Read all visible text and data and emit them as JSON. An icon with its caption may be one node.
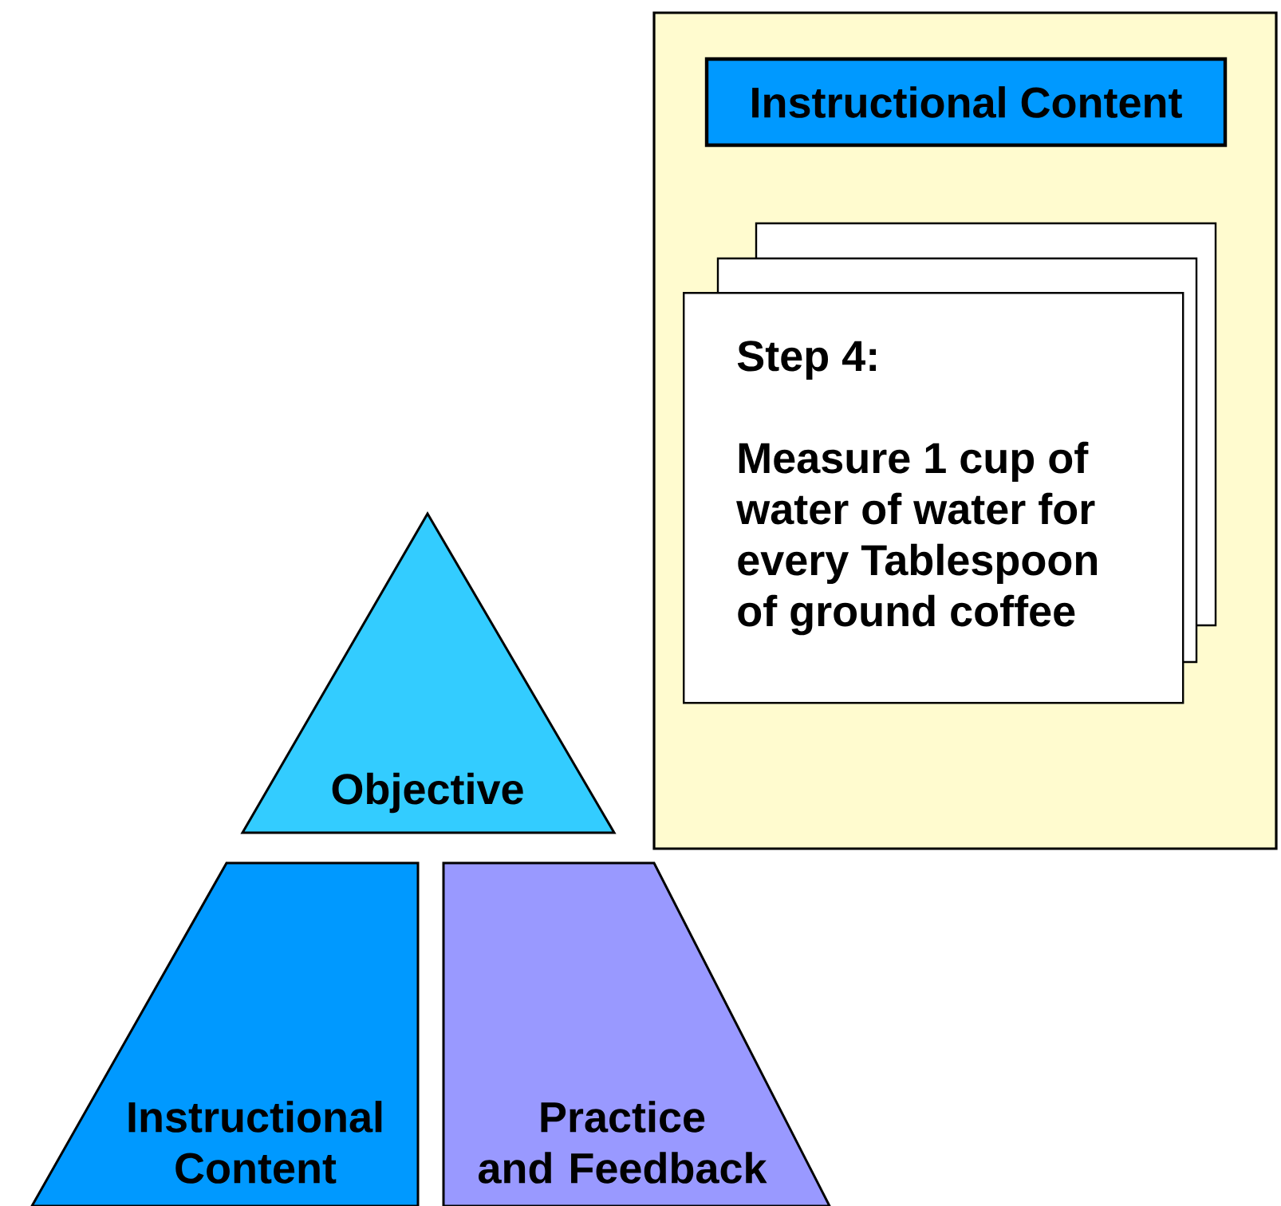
{
  "diagram": {
    "nodes": [
      {
        "text": [],
        "shape": "box"
      },
      {
        "text": [
          "Instructional Content"
        ],
        "in": 0
      },
      {
        "text": [
          "Step 4:",
          "Measure 1 cup of water of water for every Tablespoon of ground coffee"
        ],
        "in": 0
      },
      {
        "text": [
          "Objective"
        ]
      },
      {
        "text": [
          "Instructional Content"
        ]
      },
      {
        "text": [
          "Practice and Feedback"
        ]
      }
    ]
  }
}
